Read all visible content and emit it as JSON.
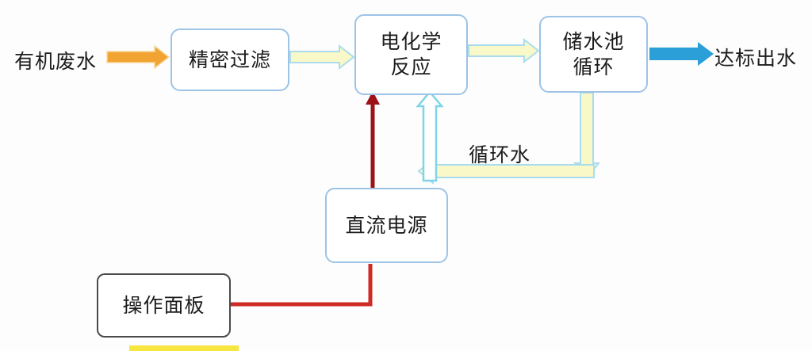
{
  "diagram": {
    "labels": {
      "influent": "有机废水",
      "effluent": "达标出水",
      "recycle": "循环水"
    },
    "nodes": {
      "filter": "精密过滤",
      "electro_line1": "电化学",
      "electro_line2": "反应",
      "tank_line1": "储水池",
      "tank_line2": "循环",
      "power": "直流电源",
      "panel": "操作面板"
    },
    "colors": {
      "box_border": "#9dc3e6",
      "panel_border": "#4a4a4a",
      "arrow_orange": "#f2a432",
      "arrow_orange_stroke": "#f8d9a2",
      "arrow_yellow_fill": "#f8f8c8",
      "arrow_yellow_stroke": "#aadced",
      "arrow_cyan_stroke": "#7fd4e8",
      "arrow_blue": "#2b9fd8",
      "line_dark_red": "#9c1218",
      "line_red": "#cf2b24",
      "highlight_yellow": "#f7e63f"
    }
  }
}
